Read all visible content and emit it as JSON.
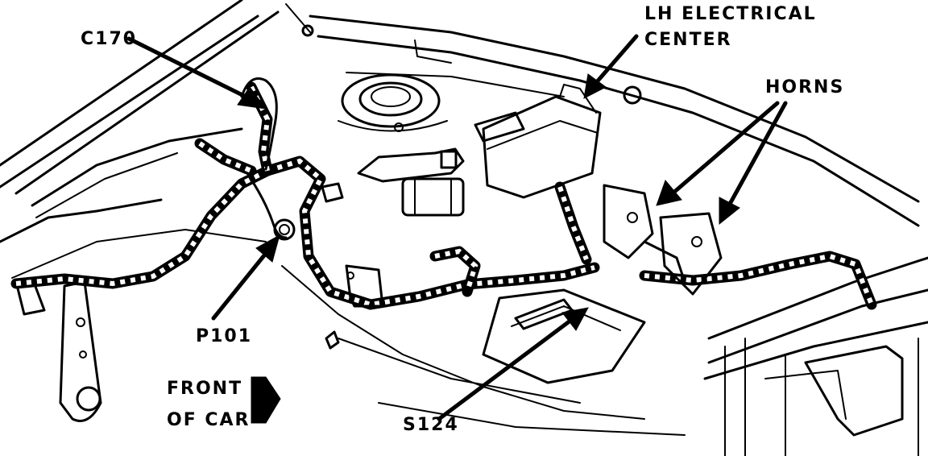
{
  "labels": {
    "c170": "C170",
    "lh_electrical_line1": "LH ELECTRICAL",
    "lh_electrical_line2": "CENTER",
    "horns": "HORNS",
    "p101": "P101",
    "front_line1": "FRONT",
    "front_line2": "OF CAR",
    "s124": "S124"
  }
}
